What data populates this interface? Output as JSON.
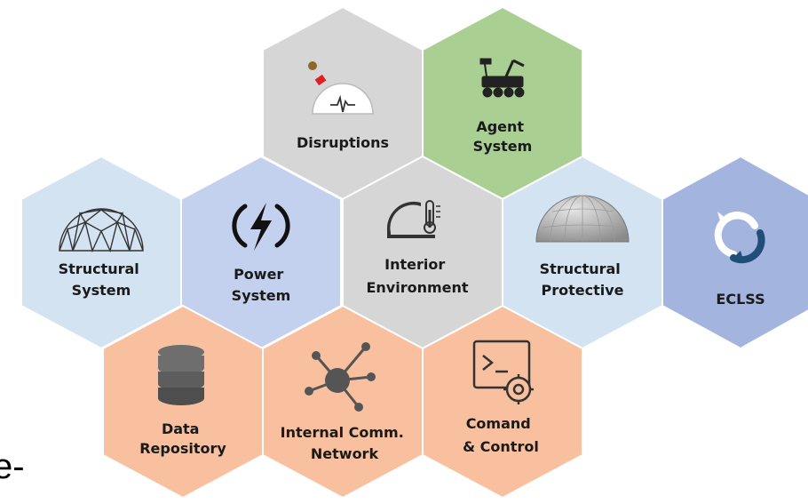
{
  "colors": {
    "gray": "#d6d6d6",
    "green": "#a9cf92",
    "light_blue": "#d3e3f2",
    "periwinkle": "#c3d0ee",
    "slate_blue": "#a3b4df",
    "peach": "#f8c09f",
    "icon_dark": "#3b3b3b",
    "icon_blue": "#2b5c8a"
  },
  "hexes": {
    "disruptions": {
      "label_lines": [
        "Disruptions"
      ],
      "icon": "gauge-icon",
      "color": "gray"
    },
    "agent_system": {
      "label_lines": [
        "Agent",
        "System"
      ],
      "icon": "rover-icon",
      "color": "green"
    },
    "structural_system": {
      "label_lines": [
        "Structural",
        "System"
      ],
      "icon": "geodesic-dome-icon",
      "color": "light_blue"
    },
    "power_system": {
      "label_lines": [
        "Power",
        "System"
      ],
      "icon": "lightning-bolt-icon",
      "color": "periwinkle"
    },
    "interior_environment": {
      "label_lines": [
        "Interior",
        "Environment"
      ],
      "icon": "thermometer-dome-icon",
      "color": "gray"
    },
    "structural_protective": {
      "label_lines": [
        "Structural",
        "Protective"
      ],
      "icon": "dome-shell-icon",
      "color": "light_blue"
    },
    "eclss": {
      "label_lines": [
        "ECLSS"
      ],
      "icon": "recycle-arrows-icon",
      "color": "slate_blue"
    },
    "data_repository": {
      "label_lines": [
        "Data",
        "Repository"
      ],
      "icon": "database-icon",
      "color": "peach"
    },
    "internal_comm_network": {
      "label_lines": [
        "Internal Comm.",
        "Network"
      ],
      "icon": "network-hub-icon",
      "color": "peach"
    },
    "comand_control": {
      "label_lines": [
        "Comand",
        "& Control"
      ],
      "icon": "terminal-gear-icon",
      "color": "peach"
    }
  },
  "stray_text": "e-"
}
